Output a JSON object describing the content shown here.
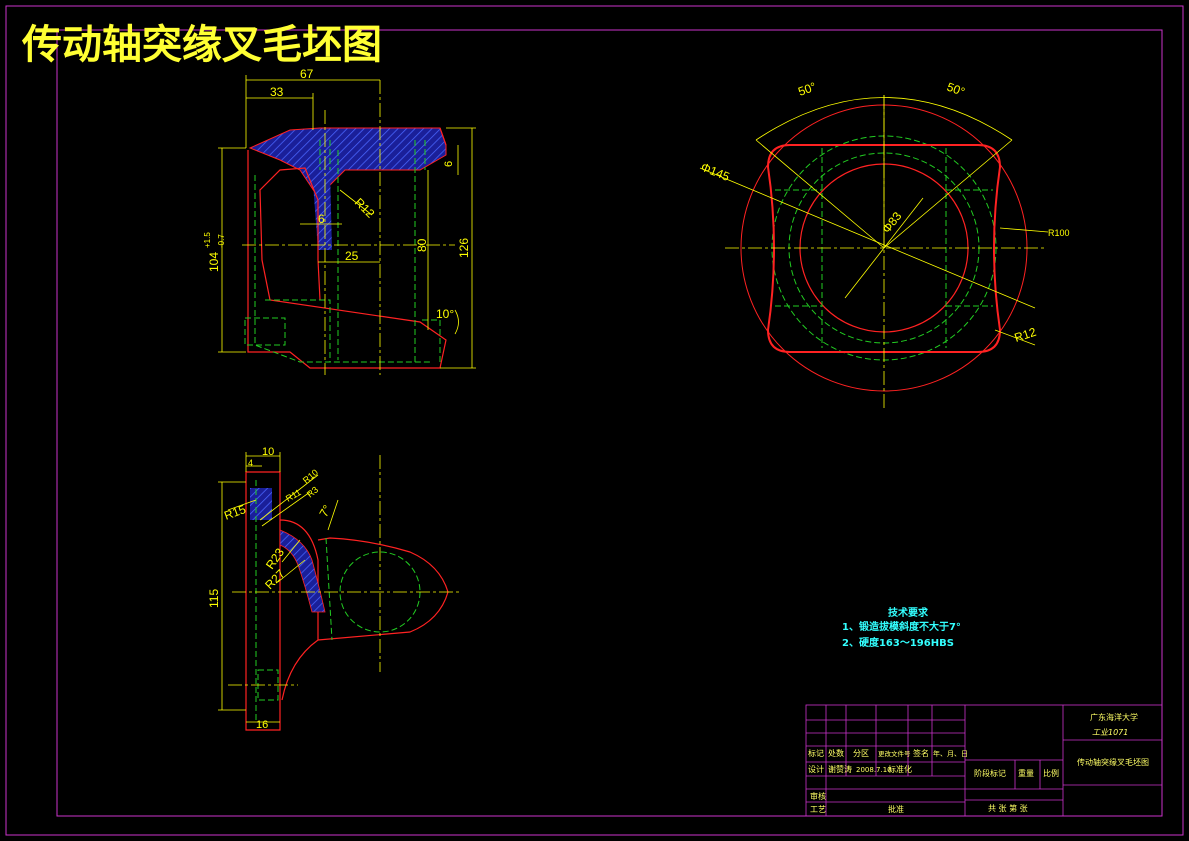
{
  "drawing": {
    "title": "传动轴突缘叉毛坯图",
    "colors": {
      "background": "#000000",
      "frame": "#cc33cc",
      "outline": "#ff2222",
      "hidden": "#22cc22",
      "dimension": "#ffff00",
      "centerline": "#ffff00",
      "note": "#33ffff",
      "hatch": "#3344ff"
    }
  },
  "front_view": {
    "dims": {
      "d67": "67",
      "d33": "33",
      "d6_top": "6",
      "r12": "R12",
      "d6_web": "6",
      "d25": "25",
      "d80": "80",
      "d126": "126",
      "d104": "104",
      "d104_tol_up": "+1.5",
      "d104_tol_dn": "-0.7",
      "ang10": "10°"
    }
  },
  "side_view": {
    "dims": {
      "ang50a": "50°",
      "ang50b": "50°",
      "phi145": "Φ145",
      "phi83": "Φ83",
      "r100": "R100",
      "r12": "R12"
    }
  },
  "section_view": {
    "dims": {
      "d10": "10",
      "d4": "4",
      "r10": "R10",
      "r11": "R11",
      "r3": "R3",
      "r15": "R15",
      "ang7": "7°",
      "r23": "R23",
      "r27": "R27",
      "d115": "115",
      "d16": "16"
    }
  },
  "tech_requirements": {
    "heading": "技术要求",
    "items": [
      "1、锻造拔模斜度不大于7°",
      "2、硬度163～196HBS"
    ]
  },
  "title_block": {
    "school": "广东海洋大学",
    "class_name": "工业1071",
    "drawing_name": "传动轴突缘叉毛坯图",
    "labels": {
      "mark": "标记",
      "count": "处数",
      "zone": "分区",
      "change_doc": "更改文件号",
      "signature": "签名",
      "date": "年、月、日",
      "design": "设计",
      "designer": "谢赞涛",
      "design_date": "2008.7.10",
      "standardize": "标准化",
      "stage_mark": "阶段标记",
      "weight": "重量",
      "scale": "比例",
      "review": "审核",
      "process": "工艺",
      "approve": "批准",
      "sheets": "共  张  第  张"
    }
  }
}
